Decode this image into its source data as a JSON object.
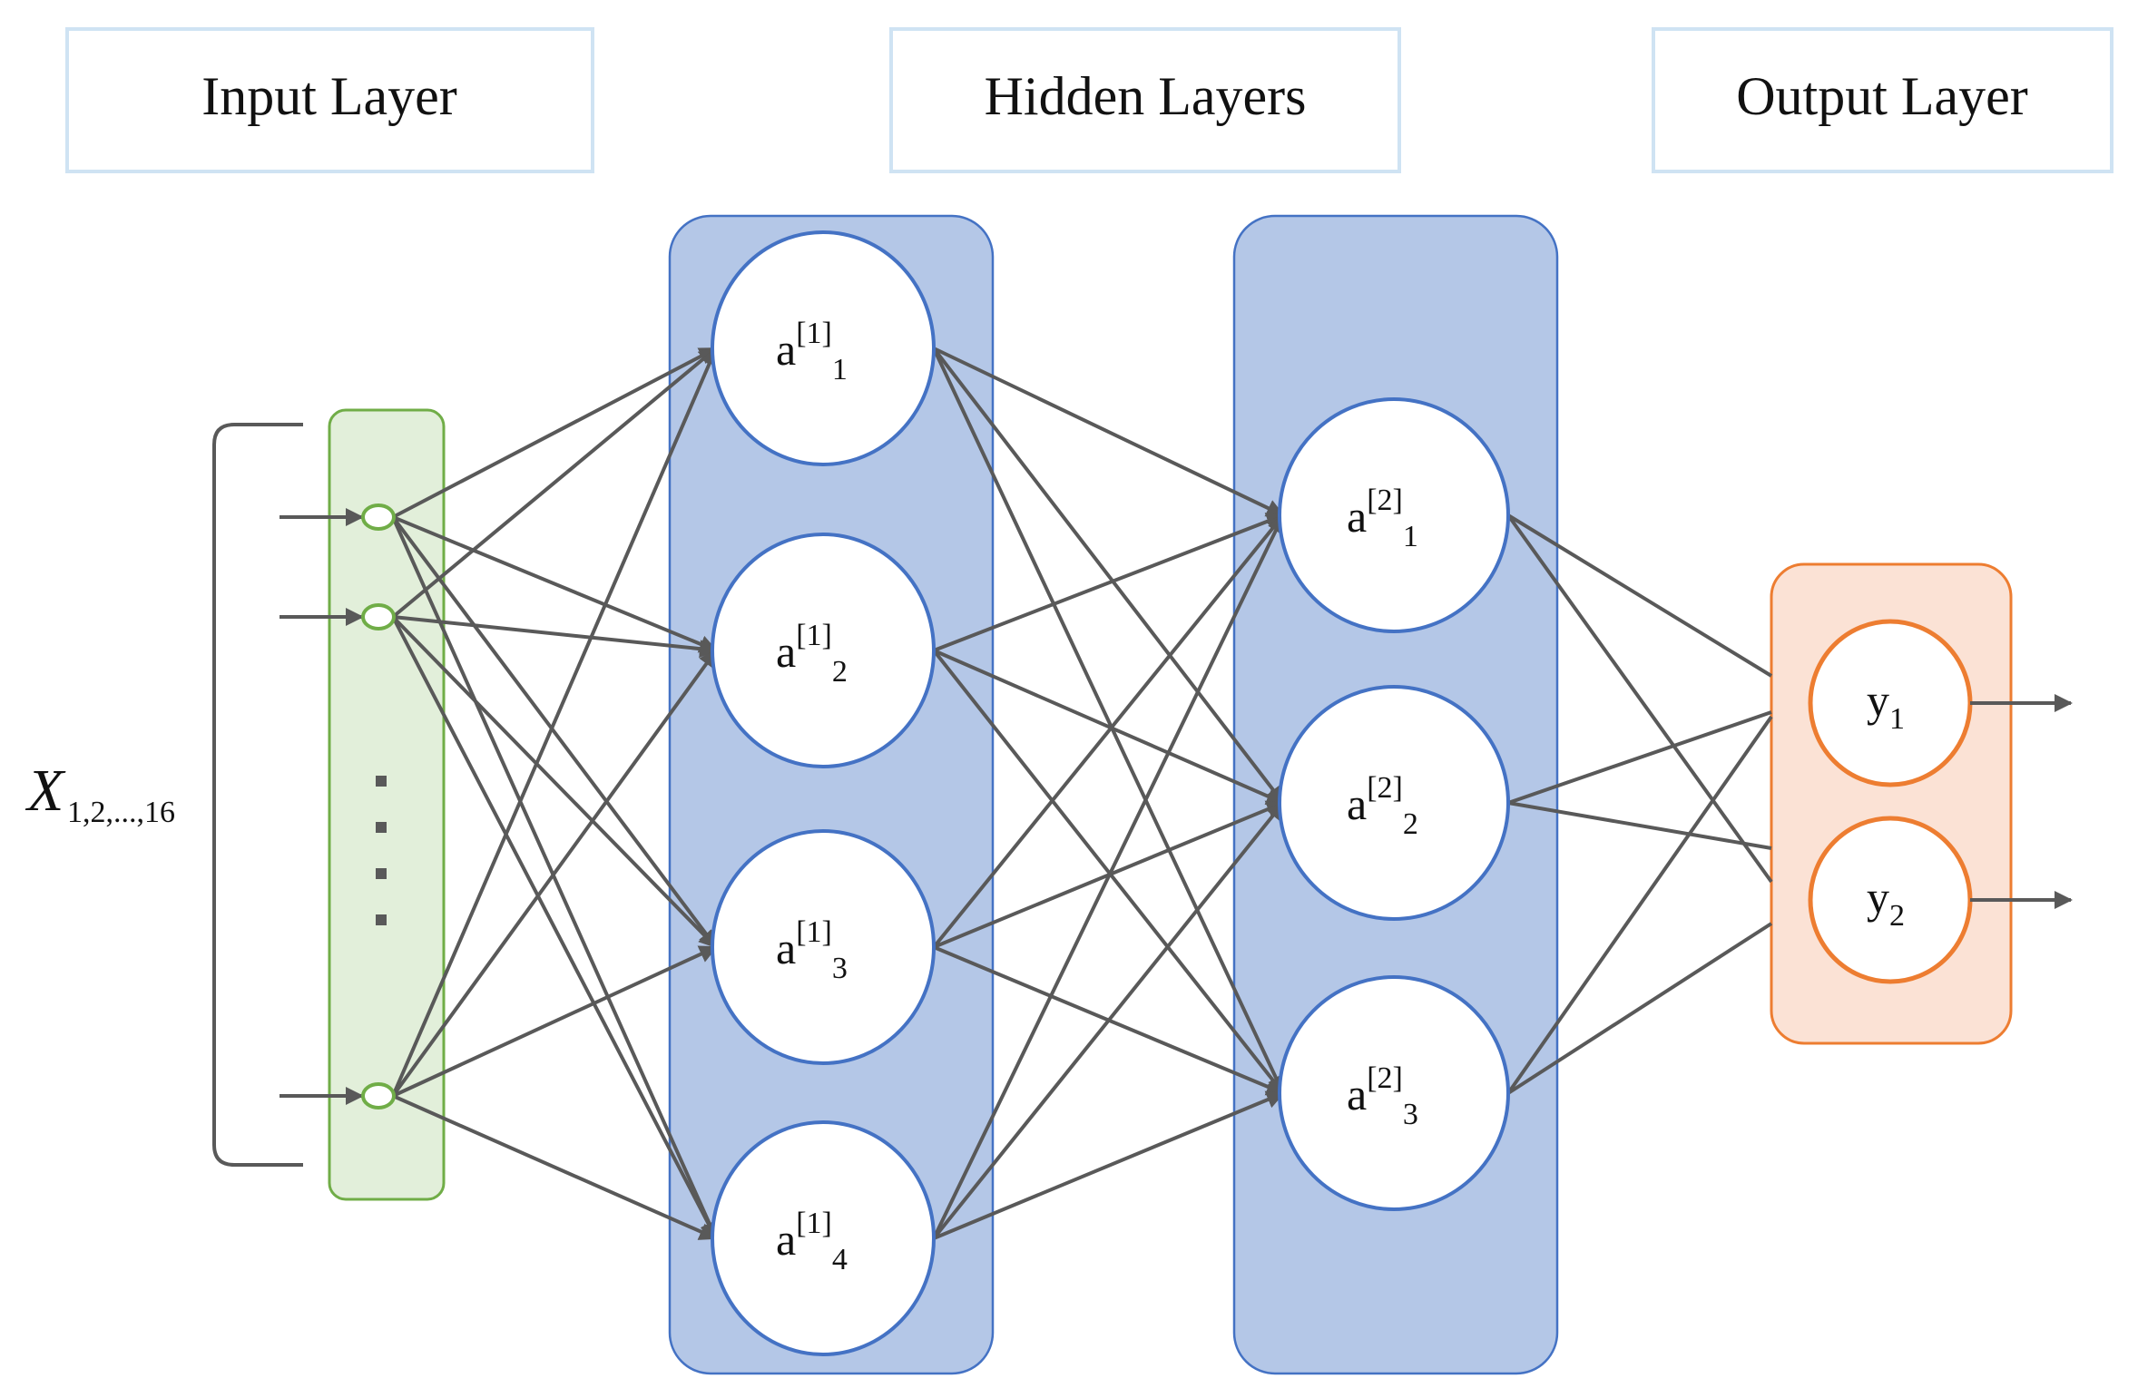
{
  "headers": {
    "input": "Input Layer",
    "hidden": "Hidden Layers",
    "output": "Output Layer"
  },
  "input_label": {
    "base": "X",
    "sub": "1,2,...,16"
  },
  "hidden1": [
    {
      "base": "a",
      "sup": "[1]",
      "sub": "1"
    },
    {
      "base": "a",
      "sup": "[1]",
      "sub": "2"
    },
    {
      "base": "a",
      "sup": "[1]",
      "sub": "3"
    },
    {
      "base": "a",
      "sup": "[1]",
      "sub": "4"
    }
  ],
  "hidden2": [
    {
      "base": "a",
      "sup": "[2]",
      "sub": "1"
    },
    {
      "base": "a",
      "sup": "[2]",
      "sub": "2"
    },
    {
      "base": "a",
      "sup": "[2]",
      "sub": "3"
    }
  ],
  "outputs": [
    {
      "base": "y",
      "sub": "1"
    },
    {
      "base": "y",
      "sub": "2"
    }
  ],
  "colors": {
    "hidden_panel": "#b4c7e7",
    "hidden_stroke": "#4472c4",
    "input_panel": "#e2efda",
    "input_stroke": "#70ad47",
    "output_panel": "#fbe2d5",
    "output_stroke": "#ed7d31",
    "edge": "#595959"
  }
}
